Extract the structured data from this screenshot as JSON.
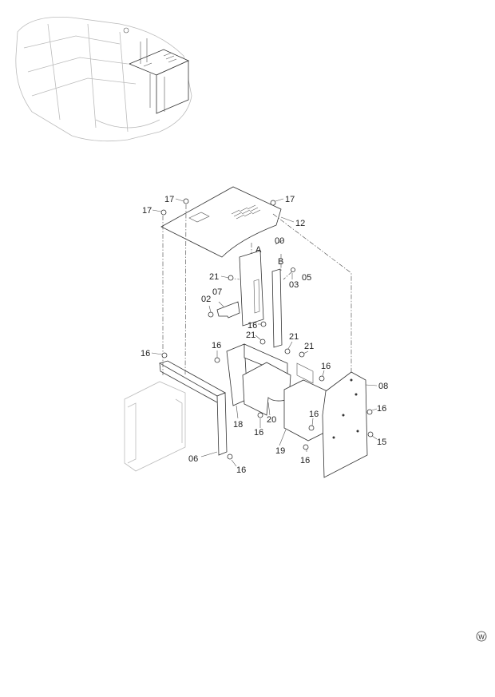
{
  "callouts": {
    "c17a": "17",
    "c17b": "17",
    "c17c": "17",
    "c12": "12",
    "c00": "00",
    "cA": "A",
    "cB": "B",
    "c21a": "21",
    "c03": "03",
    "c05": "05",
    "c07": "07",
    "c02": "02",
    "c16a": "16",
    "c21b": "21",
    "c21c": "21",
    "c21d": "21",
    "c16b": "16",
    "c16c": "16",
    "c16d": "16",
    "c08": "08",
    "c16e": "16",
    "c16f": "16",
    "c18": "18",
    "c20": "20",
    "c16g": "16",
    "c19": "19",
    "c15": "15",
    "c16h": "16",
    "c06": "06",
    "c16i": "16"
  },
  "corner_mark": "W"
}
